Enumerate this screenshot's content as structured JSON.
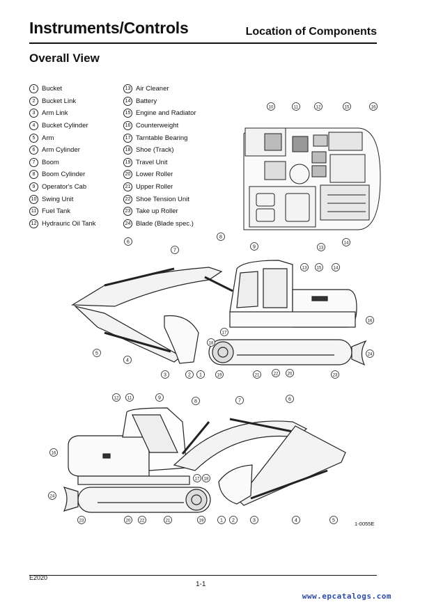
{
  "header": {
    "title": "Instruments/Controls",
    "subtitle": "Location of Components"
  },
  "section_title": "Overall View",
  "legend_col1": [
    {
      "num": "1",
      "label": "Bucket"
    },
    {
      "num": "2",
      "label": "Bucket Link"
    },
    {
      "num": "3",
      "label": "Arm Link"
    },
    {
      "num": "4",
      "label": "Bucket Cylinder"
    },
    {
      "num": "5",
      "label": "Arm"
    },
    {
      "num": "6",
      "label": "Arm Cylinder"
    },
    {
      "num": "7",
      "label": "Boom"
    },
    {
      "num": "8",
      "label": "Boom Cylinder"
    },
    {
      "num": "9",
      "label": "Operator's Cab"
    },
    {
      "num": "10",
      "label": "Swing Unit"
    },
    {
      "num": "11",
      "label": "Fuel Tank"
    },
    {
      "num": "12",
      "label": "Hydrauric Oil Tank"
    }
  ],
  "legend_col2": [
    {
      "num": "13",
      "label": "Air Cleaner"
    },
    {
      "num": "14",
      "label": "Battery"
    },
    {
      "num": "15",
      "label": "Engine and Radiator"
    },
    {
      "num": "16",
      "label": "Counterweight"
    },
    {
      "num": "17",
      "label": "Tarntable Bearing"
    },
    {
      "num": "18",
      "label": "Shoe (Track)"
    },
    {
      "num": "19",
      "label": "Travel Unit"
    },
    {
      "num": "20",
      "label": "Lower Roller"
    },
    {
      "num": "21",
      "label": "Upper Roller"
    },
    {
      "num": "22",
      "label": "Shoe Tension Unit"
    },
    {
      "num": "23",
      "label": "Take up Roller"
    },
    {
      "num": "24",
      "label": "Blade (Blade spec.)"
    }
  ],
  "callouts": {
    "top": [
      "10",
      "11",
      "12",
      "15",
      "16",
      "13",
      "14"
    ],
    "middle": [
      "6",
      "7",
      "8",
      "9",
      "13",
      "15",
      "14",
      "16",
      "17",
      "18",
      "5",
      "4",
      "3",
      "2",
      "1",
      "19",
      "21",
      "22",
      "20",
      "23",
      "24"
    ],
    "bottom": [
      "12",
      "11",
      "9",
      "8",
      "7",
      "6",
      "16",
      "17",
      "18",
      "24",
      "23",
      "20",
      "22",
      "21",
      "19",
      "1",
      "2",
      "3",
      "4",
      "5"
    ]
  },
  "figure_code": "1-0055E",
  "footer": {
    "doc_code": "E2020",
    "page": "1-1",
    "watermark": "www.epcatalogs.com"
  }
}
